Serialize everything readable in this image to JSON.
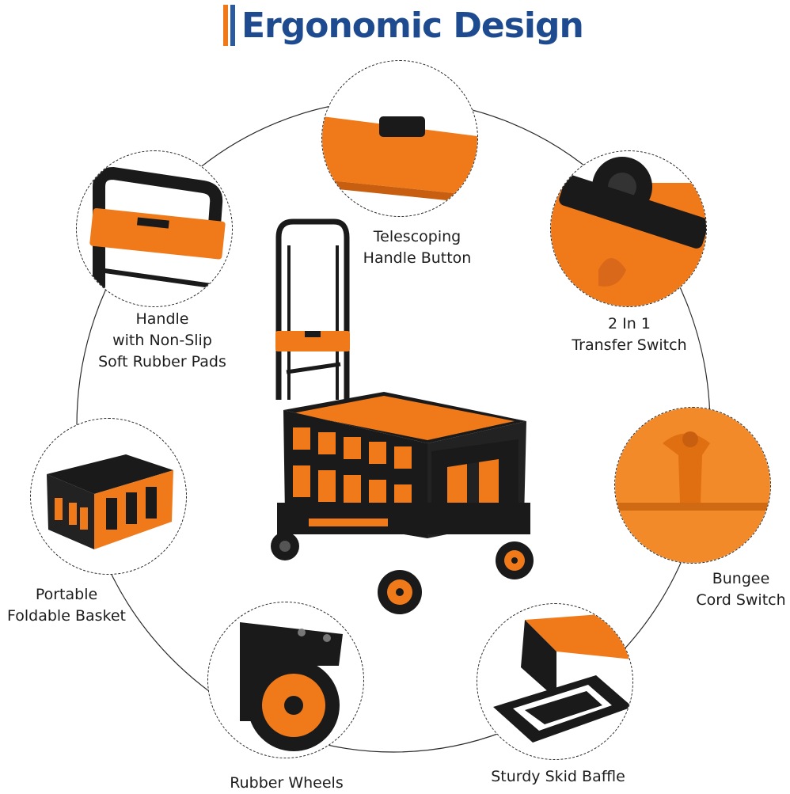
{
  "title": "Ergonomic Design",
  "colors": {
    "accent_orange": "#f07a1a",
    "title_blue": "#1e4b8f",
    "frame_black": "#1a1a1a"
  },
  "features": {
    "handle": {
      "line1": "Handle",
      "line2": "with Non-Slip",
      "line3": "Soft Rubber Pads"
    },
    "telescoping": {
      "line1": "Telescoping",
      "line2": "Handle Button"
    },
    "transfer": {
      "line1": "2 In 1",
      "line2": "Transfer Switch"
    },
    "basket": {
      "line1": "Portable",
      "line2": "Foldable Basket"
    },
    "bungee": {
      "line1": "Bungee",
      "line2": "Cord Switch"
    },
    "wheels": {
      "line1": "Rubber Wheels"
    },
    "baffle": {
      "line1": "Sturdy Skid Baffle"
    }
  }
}
